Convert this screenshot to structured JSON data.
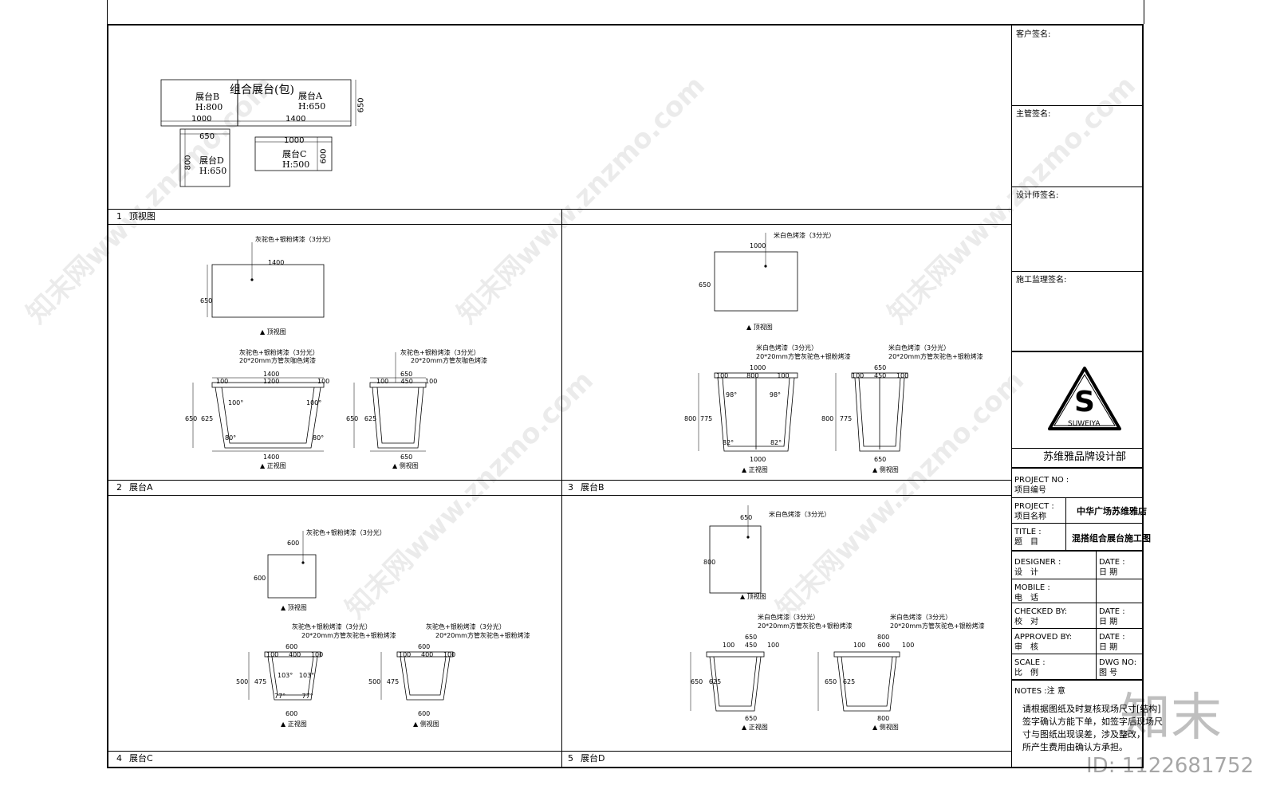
{
  "top_plan": {
    "title": "组合展台(包)",
    "b_label": "展台B",
    "b_h": "H:800",
    "a_label": "展台A",
    "a_h": "H:650",
    "d_label": "展台D",
    "d_h": "H:650",
    "c_label": "展台C",
    "c_h": "H:500",
    "dims": {
      "d1000a": "1000",
      "d1400": "1400",
      "d650h": "650",
      "d650": "650",
      "d1000b": "1000",
      "d800": "800",
      "d600": "600"
    }
  },
  "sections": [
    {
      "num": "1",
      "title": "顶视图"
    },
    {
      "num": "2",
      "title": "展台A"
    },
    {
      "num": "3",
      "title": "展台B"
    },
    {
      "num": "4",
      "title": "展台C"
    },
    {
      "num": "5",
      "title": "展台D"
    }
  ],
  "view_labels": {
    "top": "顶视图",
    "front": "正视图",
    "side": "侧视图"
  },
  "materials": {
    "grey_silver": "灰驼色+银粉烤漆（3分光）",
    "pipe_grey_coffee": "20*20mm方管灰咖色烤漆",
    "white": "米白色烤漆（3分光）",
    "pipe_grey_silver": "20*20mm方管灰驼色+银粉烤漆"
  },
  "title_block": {
    "client_sign": "客户签名:",
    "manager_sign": "主管签名:",
    "designer_sign": "设计师签名:",
    "supervisor_sign": "施工监理签名:",
    "logo_letter": "S",
    "logo_text": "SUWEIYA",
    "dept": "苏维雅品牌设计部",
    "project_no_en": "PROJECT NO :",
    "project_no_cn": "项目编号",
    "project_en": "PROJECT :",
    "project_cn": "项目名称",
    "project_value": "中华广场苏维雅店",
    "title_en": "TITLE :",
    "title_cn": "题　目",
    "title_value": "混搭组合展台施工图",
    "designer_en": "DESIGNER :",
    "designer_cn": "设　计",
    "date_en": "DATE :",
    "date_cn": "日 期",
    "mobile_en": "MOBILE :",
    "mobile_cn": "电　话",
    "checked_en": "CHECKED BY:",
    "checked_cn": "校　对",
    "approved_en": "APPROVED BY:",
    "approved_cn": "审　核",
    "scale_en": "SCALE :",
    "scale_cn": "比　例",
    "dwg_en": "DWG NO:",
    "dwg_cn": "图 号",
    "notes_title": "NOTES :注 意",
    "notes_l1": "请根据图纸及时复核现场尺寸[结构]",
    "notes_l2": "签字确认方能下单，如签字后现场尺",
    "notes_l3": "寸与图纸出现误差，涉及整改，",
    "notes_l4": "所产生费用由确认方承担。"
  },
  "watermark": {
    "brand": "知末",
    "id": "ID: 1122681752",
    "site": "知末网www.znzmo.com"
  }
}
